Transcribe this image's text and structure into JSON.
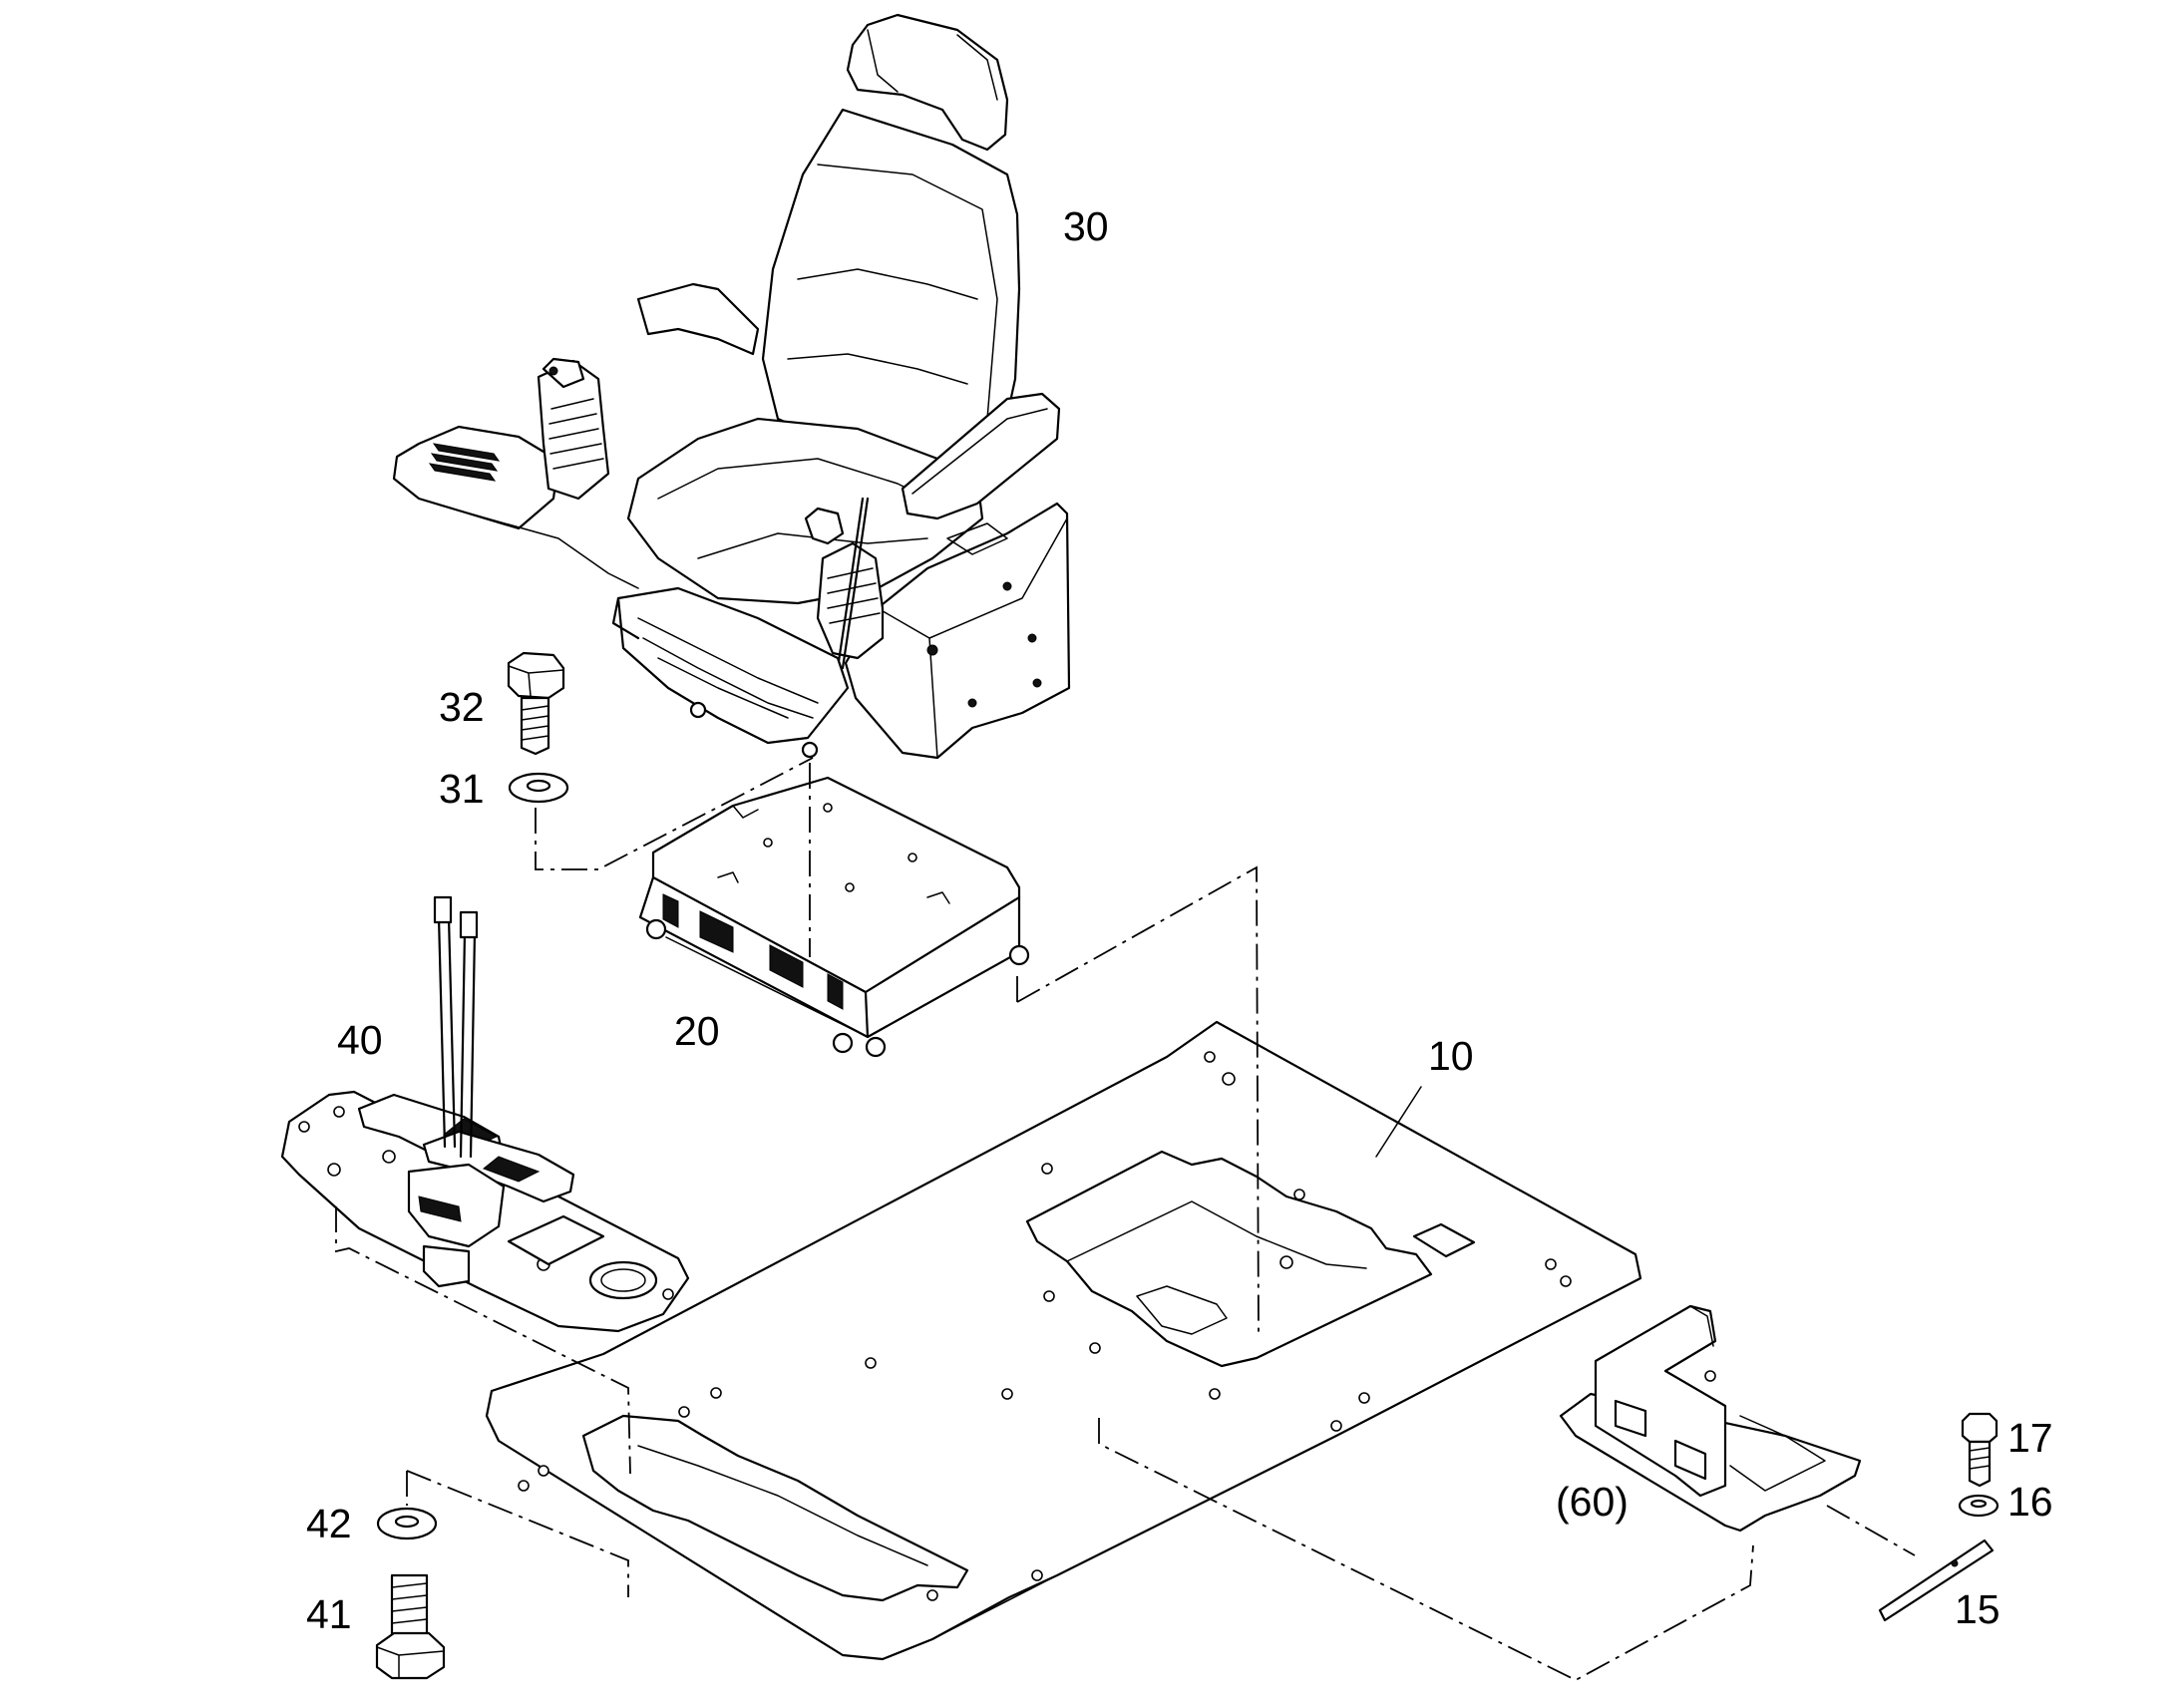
{
  "diagram": {
    "colors": {
      "line": "#000000",
      "background": "#ffffff"
    },
    "labels": {
      "floor_plate": "10",
      "seat_base": "20",
      "seat": "30",
      "washer_31": "31",
      "bolt_32": "32",
      "pedal_assembly": "40",
      "bolt_41": "41",
      "washer_42": "42",
      "side_cover": "(60)",
      "bolt_17": "17",
      "washer_16": "16",
      "wedge_15": "15"
    }
  }
}
